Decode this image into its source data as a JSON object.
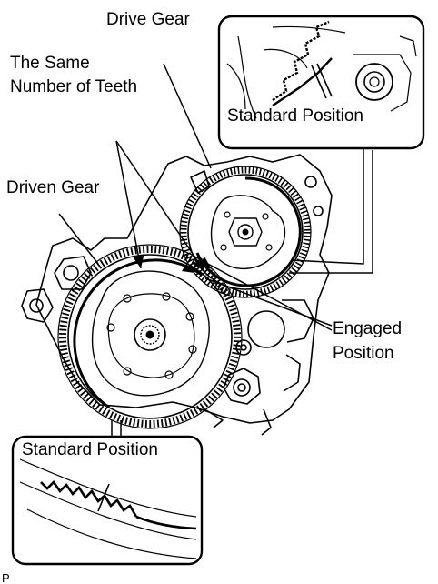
{
  "labels": {
    "drive_gear": "Drive Gear",
    "same_teeth_line1": "The Same",
    "same_teeth_line2": "Number of Teeth",
    "driven_gear": "Driven Gear",
    "standard_position_top": "Standard Position",
    "standard_position_bottom": "Standard Position",
    "engaged_line1": "Engaged",
    "engaged_line2": "Position",
    "corner_mark": "P"
  },
  "colors": {
    "ink": "#000000",
    "paper": "#ffffff"
  }
}
